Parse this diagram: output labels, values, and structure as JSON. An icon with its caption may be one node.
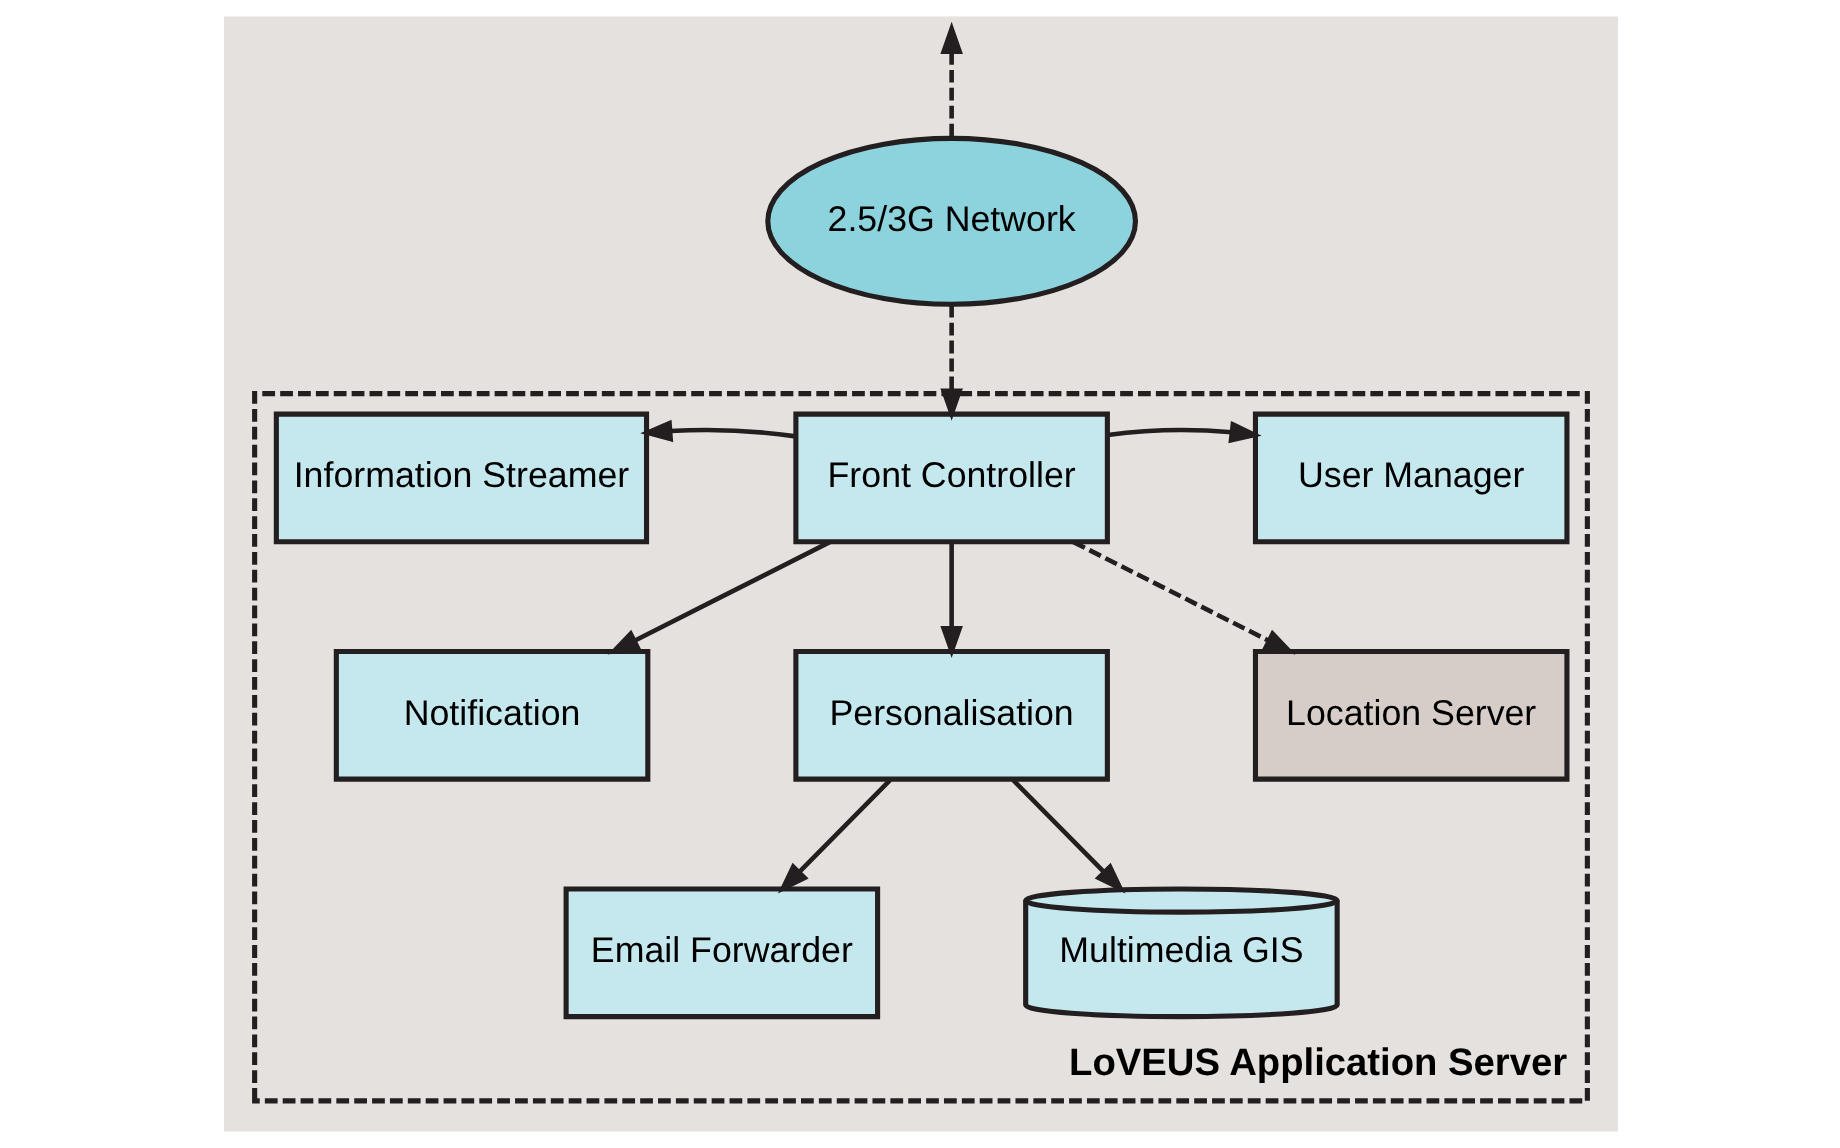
{
  "diagram": {
    "nodes": [
      {
        "text": [
          "LoVEUS Application Server"
        ]
      },
      {
        "text": [
          "2.5/3G Network"
        ]
      },
      {
        "text": [
          "Information Streamer"
        ],
        "in": 0
      },
      {
        "text": [
          "Front Controller"
        ],
        "in": 0
      },
      {
        "text": [
          "User Manager"
        ],
        "in": 0
      },
      {
        "text": [
          "Notification"
        ],
        "in": 0
      },
      {
        "text": [
          "Personalisation"
        ],
        "in": 0
      },
      {
        "text": [
          "Location Server"
        ],
        "in": 0
      },
      {
        "text": [
          "Email Forwarder"
        ],
        "in": 0
      },
      {
        "text": [
          "Multimedia GIS"
        ],
        "in": 0
      }
    ],
    "edges": [
      {
        "from": 1,
        "to": null,
        "arrow": "to",
        "style": "dashed"
      },
      {
        "from": 1,
        "to": 3,
        "arrow": "to",
        "style": "dashed"
      },
      {
        "from": 3,
        "to": 2,
        "arrow": "to"
      },
      {
        "from": 3,
        "to": 4,
        "arrow": "to"
      },
      {
        "from": 3,
        "to": 5,
        "arrow": "to"
      },
      {
        "from": 3,
        "to": 6,
        "arrow": "to"
      },
      {
        "from": 3,
        "to": 7,
        "arrow": "to",
        "style": "dashed"
      },
      {
        "from": 6,
        "to": 8,
        "arrow": "to"
      },
      {
        "from": 6,
        "to": 9,
        "arrow": "to"
      }
    ]
  }
}
